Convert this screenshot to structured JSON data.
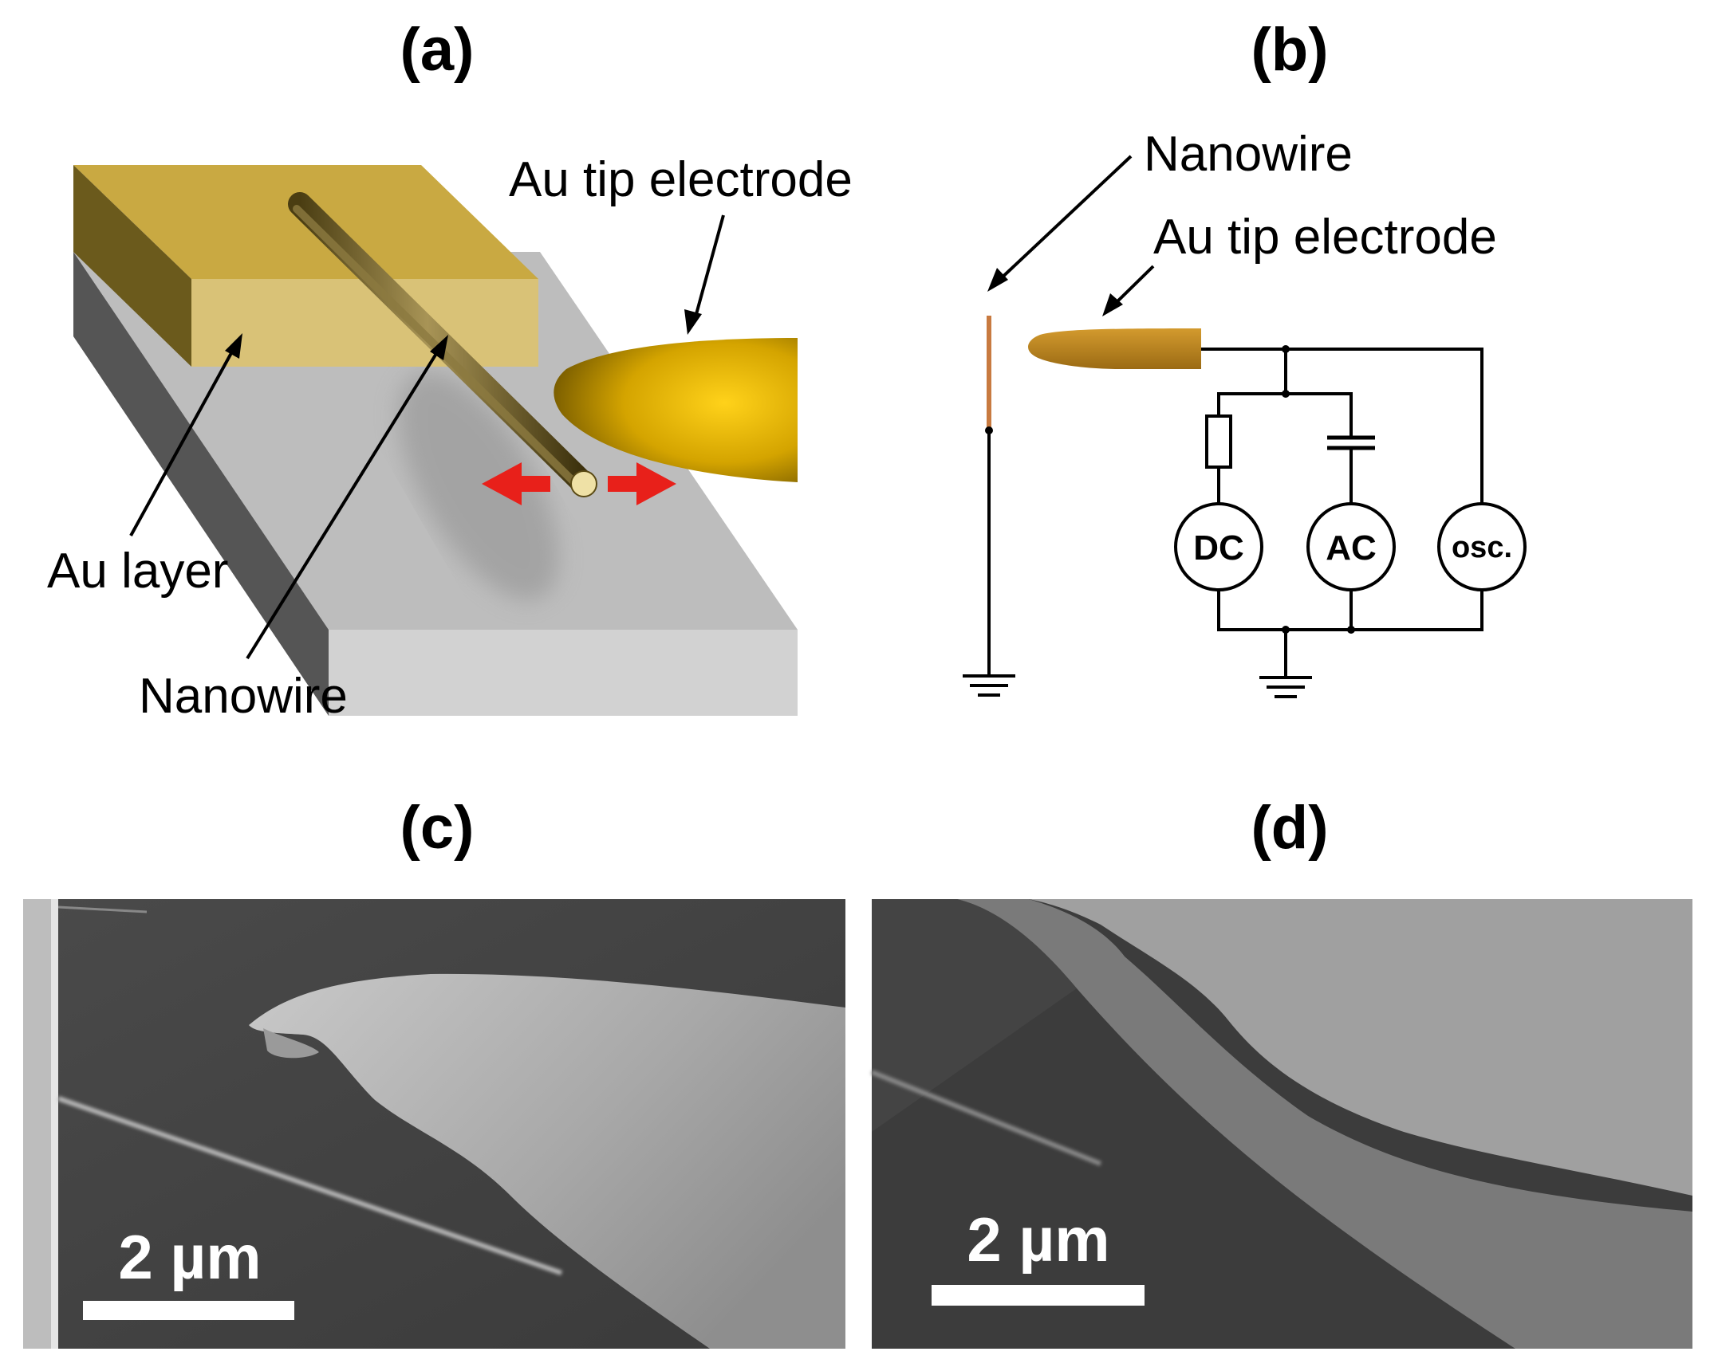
{
  "panels": {
    "a": {
      "label": "(a)",
      "callouts": {
        "tip": "Au tip electrode",
        "layer": "Au layer",
        "nanowire": "Nanowire"
      }
    },
    "b": {
      "label": "(b)",
      "callouts": {
        "nanowire": "Nanowire",
        "tip": "Au tip electrode"
      },
      "meters": {
        "dc": "DC",
        "ac": "AC",
        "osc": "osc."
      }
    },
    "c": {
      "label": "(c)",
      "scale_bar": "2 µm"
    },
    "d": {
      "label": "(d)",
      "scale_bar": "2 µm"
    }
  },
  "colors": {
    "gold_light": "#d9c277",
    "gold_mid": "#b89a45",
    "gold_dark": "#6b5a1c",
    "substrate_top": "#bdbdbd",
    "substrate_side": "#555555",
    "arrow_red": "#e8201a",
    "wire_copper": "#c87a40",
    "tip_bronze": "#b8841e"
  },
  "icons": [
    "double-headed-red-arrow-icon",
    "ground-symbol-icon",
    "resistor-icon",
    "capacitor-icon"
  ]
}
